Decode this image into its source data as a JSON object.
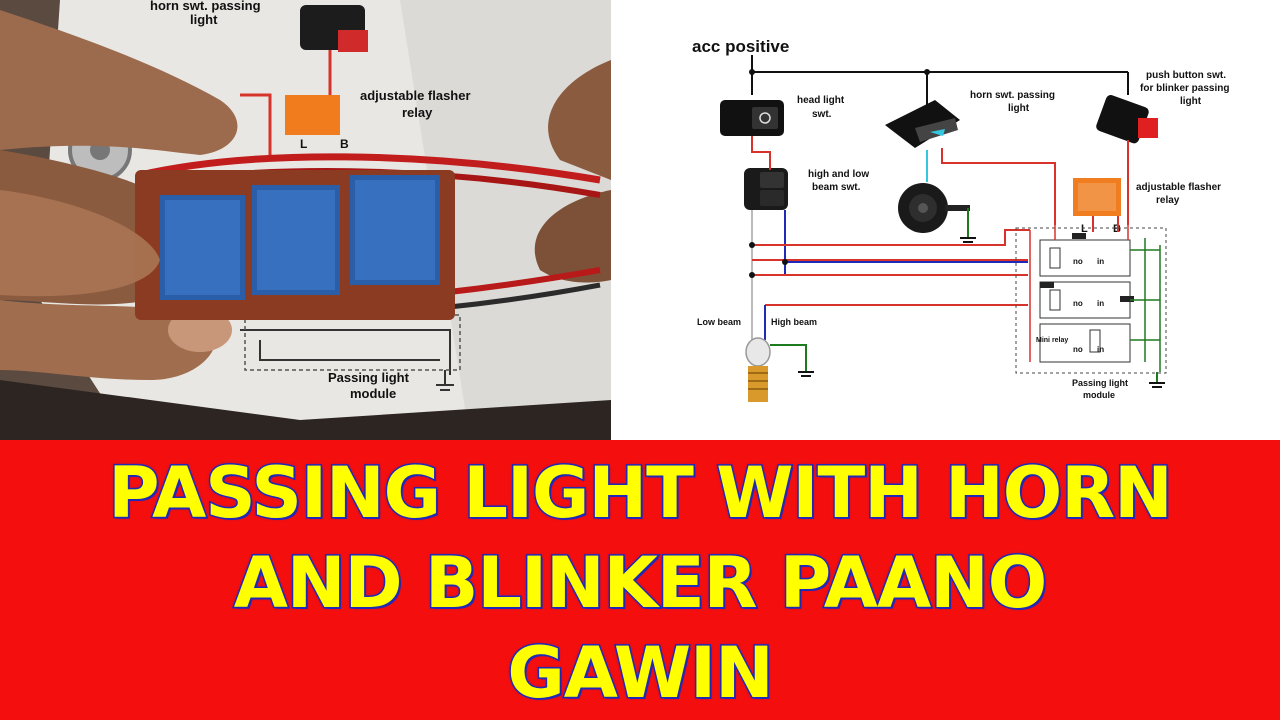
{
  "title": {
    "line1": "PASSING LIGHT WITH HORN",
    "line2": "AND BLINKER PAANO",
    "line3": "GAWIN"
  },
  "photo": {
    "label_horn_switch_line1": "horn swt. passing",
    "label_horn_switch_line2": "light",
    "label_flasher_line1": "adjustable flasher",
    "label_flasher_line2": "relay",
    "label_module_line1": "Passing light",
    "label_module_line2": "module",
    "pin_l": "L",
    "pin_b": "B"
  },
  "diagram": {
    "acc_positive": "acc positive",
    "head_light_line1": "head light",
    "head_light_line2": "swt.",
    "horn_switch_line1": "horn swt. passing",
    "horn_switch_line2": "light",
    "push_button_line1": "push button swt.",
    "push_button_line2": "for blinker passing",
    "push_button_line3": "light",
    "beam_switch_line1": "high and low",
    "beam_switch_line2": "beam swt.",
    "flasher_line1": "adjustable flasher",
    "flasher_line2": "relay",
    "pin_l": "L",
    "pin_b": "B",
    "low_beam": "Low beam",
    "high_beam": "High beam",
    "mini_relay": "Mini relay",
    "module_line1": "Passing light",
    "module_line2": "module",
    "relay_no": "no",
    "relay_in": "in"
  }
}
